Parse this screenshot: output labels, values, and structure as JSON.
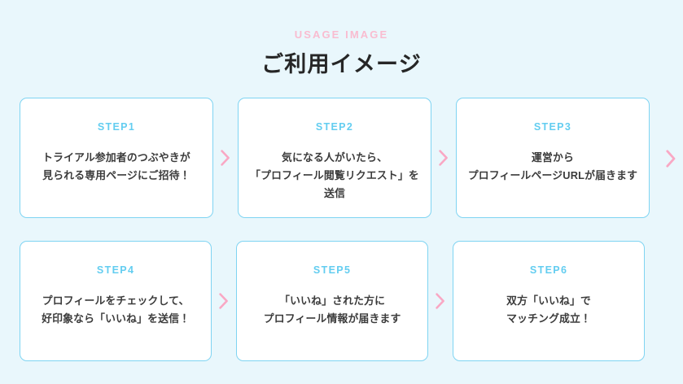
{
  "header": {
    "eyebrow": "USAGE IMAGE",
    "title": "ご利用イメージ"
  },
  "colors": {
    "background": "#e9f7fc",
    "card_background": "#ffffff",
    "card_border": "#7fd4f2",
    "step_label": "#63cdf0",
    "eyebrow_pink": "#f9bcd0",
    "arrow_pink": "#f9a8c4",
    "body_text": "#3b3b3b",
    "title_text": "#262626"
  },
  "steps": [
    {
      "label": "STEP1",
      "lines": [
        "トライアル参加者のつぶやきが",
        "見られる専用ページにご招待！"
      ]
    },
    {
      "label": "STEP2",
      "lines": [
        "気になる人がいたら、",
        "「プロフィール閲覧リクエスト」を",
        "送信"
      ]
    },
    {
      "label": "STEP3",
      "lines": [
        "運営から",
        "プロフィールページURLが届きます"
      ]
    },
    {
      "label": "STEP4",
      "lines": [
        "プロフィールをチェックして、",
        "好印象なら「いいね」を送信！"
      ]
    },
    {
      "label": "STEP5",
      "lines": [
        "「いいね」された方に",
        "プロフィール情報が届きます"
      ]
    },
    {
      "label": "STEP6",
      "lines": [
        "双方「いいね」で",
        "マッチング成立！"
      ]
    }
  ],
  "arrows": {
    "glyph": "chevron-right",
    "count_row1": 3,
    "count_row2": 2
  }
}
